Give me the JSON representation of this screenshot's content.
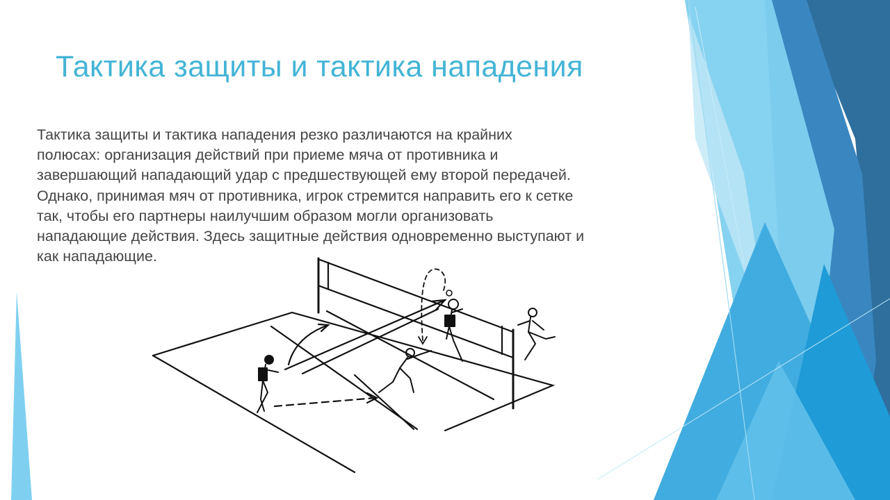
{
  "slide": {
    "title": "Тактика защиты и тактика нападения",
    "body_lines": [
      "Тактика защиты и тактика нападения резко различаются на крайних",
      "полюсах: организация действий при приеме мяча от противника и",
      "завершающий нападающий удар с предшествующей ему второй передачей.",
      "Однако, принимая мяч от противника, игрок стремится направить его к сетке",
      "так, чтобы его партнеры наилучшим образом могли организовать",
      "нападающие действия. Здесь защитные действия одновременно выступают и",
      "как нападающие."
    ],
    "illustration_icon": "volleyball-court-drawing",
    "colors": {
      "title": "#43b4d6",
      "text": "#444444",
      "decor_dark": "#2e6f9e",
      "decor_mid": "#3a9fd5",
      "decor_light": "#7fd0f0"
    }
  }
}
